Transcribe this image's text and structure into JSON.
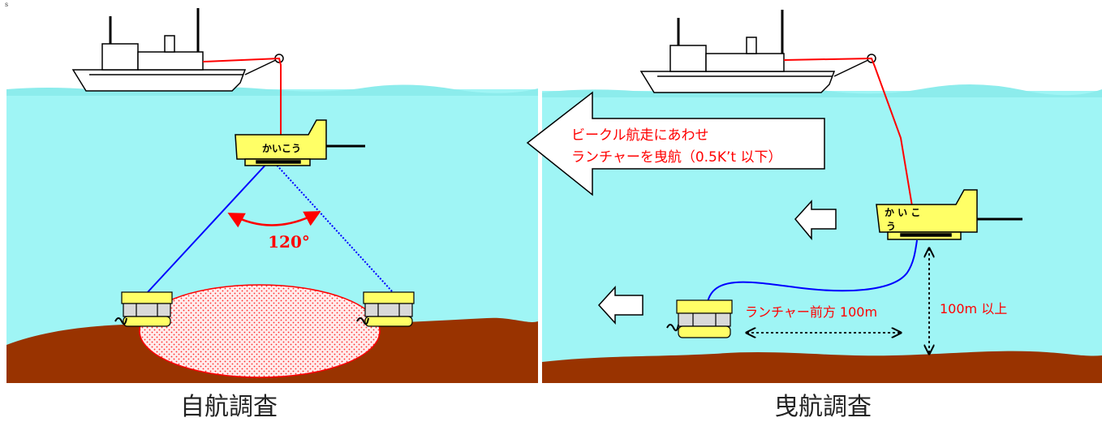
{
  "corner_mark": "s",
  "left_panel": {
    "caption": "自航調査",
    "vehicle_label": "かいこう",
    "angle_label": "120°"
  },
  "right_panel": {
    "caption": "曳航調査",
    "arrow_text_line1": "ビークル航走にあわせ",
    "arrow_text_line2": "ランチャーを曳航（0.5K’t 以下）",
    "vehicle_label_line1": "か い こ",
    "vehicle_label_line2": "う",
    "forward_distance_label": "ランチャー前方 100m",
    "altitude_label": "100m 以上"
  },
  "colors": {
    "water": "#9ff5f5",
    "seabed": "#993300",
    "vehicle": "#ffff66",
    "red": "#ff0000",
    "blue": "#0000ff"
  }
}
